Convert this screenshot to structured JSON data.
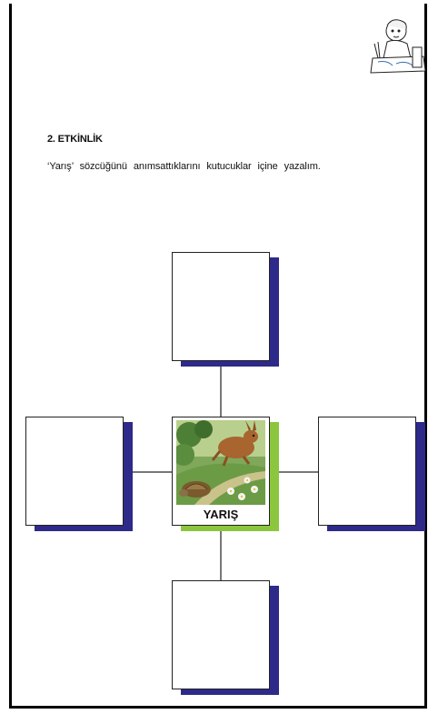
{
  "activity": {
    "title": "2. ETKİNLİK",
    "instruction": "‘Yarış’ sözcüğünü anımsattıklarını kutucuklar içine yazalım."
  },
  "diagram": {
    "center_label": "YARIŞ",
    "shadow_color": "#2e2a8a",
    "center_shadow_color": "#8cc63f",
    "center_image": "rabbit-and-tortoise-illustration"
  },
  "decoration": {
    "mascot": "child-writing-at-desk-illustration"
  }
}
